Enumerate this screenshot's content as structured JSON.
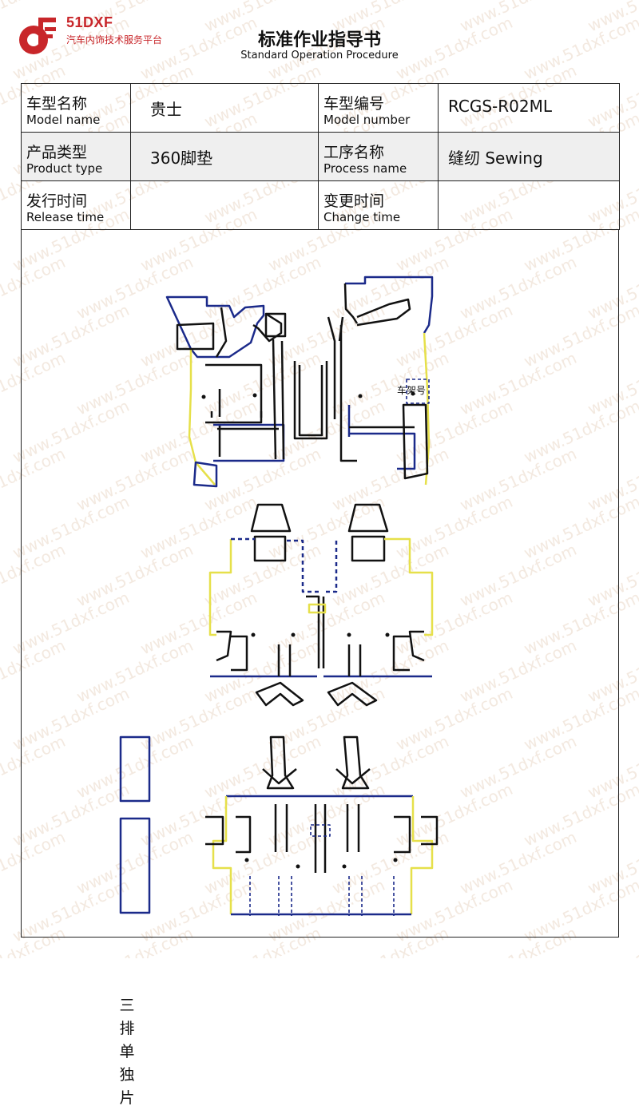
{
  "brand": {
    "name": "51DXF",
    "tagline": "汽车内饰技术服务平台",
    "primary_color": "#c8262a",
    "watermark_text": "www.51dxf.com"
  },
  "document": {
    "title": "标准作业指导书",
    "subtitle": "Standard Operation Procedure"
  },
  "info": {
    "model_name_zh": "车型名称",
    "model_name_en": "Model name",
    "model_name_value": "贵士",
    "model_number_zh": "车型编号",
    "model_number_en": "Model number",
    "model_number_value": "RCGS-R02ML",
    "product_type_zh": "产品类型",
    "product_type_en": "Product type",
    "product_type_value": "360脚垫",
    "process_name_zh": "工序名称",
    "process_name_en": "Process name",
    "process_name_value": "缝纫 Sewing",
    "release_time_zh": "发行时间",
    "release_time_en": "Release time",
    "release_time_value": "",
    "change_time_zh": "变更时间",
    "change_time_en": "Change time",
    "change_time_value": ""
  },
  "drawing": {
    "vin_label": "车架号",
    "third_row_label": "三排单独片",
    "colors": {
      "outline": "#111111",
      "edge_blue": "#1b2a8a",
      "edge_yellow": "#e6e04a"
    }
  }
}
